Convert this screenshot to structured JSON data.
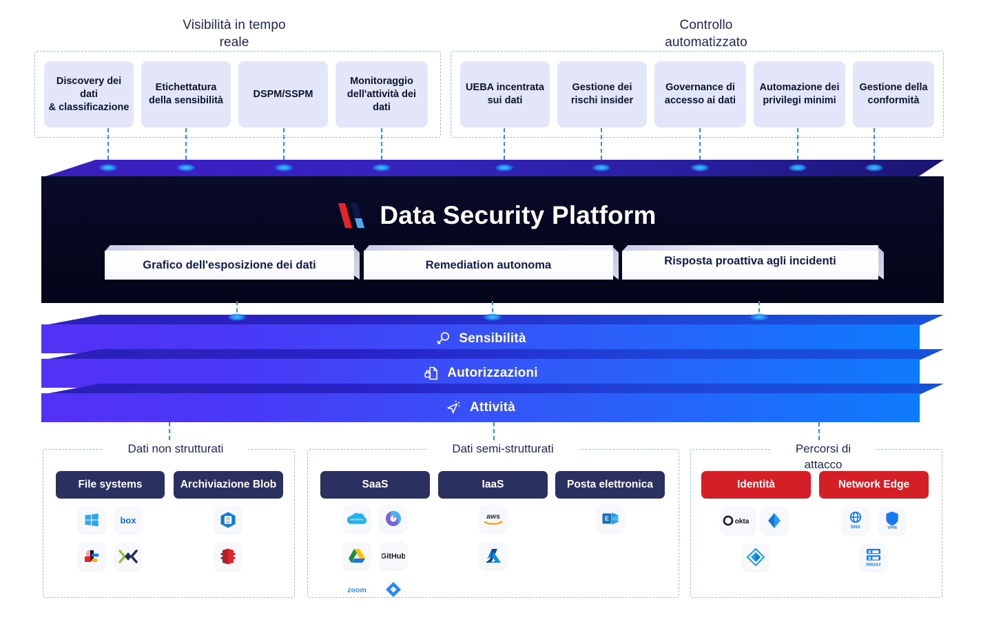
{
  "diagram": {
    "title": "Data Security Platform",
    "top_groups": [
      {
        "caption_line1": "Visibilità in tempo",
        "caption_line2": "reale",
        "chips": [
          "Discovery dei dati\n& classificazione",
          "Etichettatura\ndella sensibilità",
          "DSPM/SSPM",
          "Monitoraggio\ndell'attività dei dati"
        ]
      },
      {
        "caption_line1": "Controllo",
        "caption_line2": "automatizzato",
        "chips": [
          "UEBA incentrata\nsui dati",
          "Gestione dei\nrischi insider",
          "Governance di\naccesso ai dati",
          "Automazione dei\nprivilegi minimi",
          "Gestione della\nconformità"
        ]
      }
    ],
    "platform_cards": [
      "Grafico dell'esposizione dei dati",
      "Remediation autonoma",
      "Risposta proattiva agli incidenti"
    ],
    "layers": [
      {
        "label": "Sensibilità",
        "icon": "magnifier-icon"
      },
      {
        "label": "Autorizzazioni",
        "icon": "document-lock-icon"
      },
      {
        "label": "Attività",
        "icon": "cursor-activity-icon"
      }
    ],
    "bottom_groups": [
      {
        "title_line1": "Dati non strutturati",
        "title_line2": "",
        "pills": [
          {
            "label": "File systems",
            "style": "navy",
            "icons": [
              "windows-icon",
              "box-icon",
              "nasuni-icon",
              "nutanix-icon"
            ]
          },
          {
            "label": "Archiviazione Blob",
            "style": "navy",
            "icons": [
              "azure-blob-storage-icon",
              "aws-s3-icon"
            ]
          }
        ]
      },
      {
        "title_line1": "Dati semi-strutturati",
        "title_line2": "",
        "pills": [
          {
            "label": "SaaS",
            "style": "navy",
            "icons": [
              "salesforce-icon",
              "microsoft-365-icon",
              "google-drive-icon",
              "github-icon",
              "zoom-icon",
              "jira-icon"
            ]
          },
          {
            "label": "IaaS",
            "style": "navy",
            "icons": [
              "aws-icon",
              "azure-icon"
            ]
          },
          {
            "label": "Posta elettronica",
            "style": "navy",
            "icons": [
              "exchange-icon"
            ]
          }
        ]
      },
      {
        "title_line1": "Percorsi di",
        "title_line2": "attacco",
        "pills": [
          {
            "label": "Identità",
            "style": "red",
            "icons": [
              "okta-icon",
              "active-directory-icon",
              "entra-id-icon"
            ]
          },
          {
            "label": "Network Edge",
            "style": "red",
            "icons": [
              "dns-icon",
              "vpn-icon",
              "proxy-icon"
            ]
          }
        ]
      }
    ],
    "colors": {
      "chip_bg": "#E3E6F8",
      "navy_text": "#121C4E",
      "pill_navy": "#2A3160",
      "pill_red": "#D41F26",
      "dashed_blue": "#9FB7E8",
      "connector_blue": "#2E8BF0",
      "platform_dark": "#05071E",
      "layer_blue_left": "#5331F5",
      "layer_blue_right": "#0E7BFC",
      "logo_red": "#E8242A",
      "logo_blue": "#4FA9F0"
    }
  }
}
